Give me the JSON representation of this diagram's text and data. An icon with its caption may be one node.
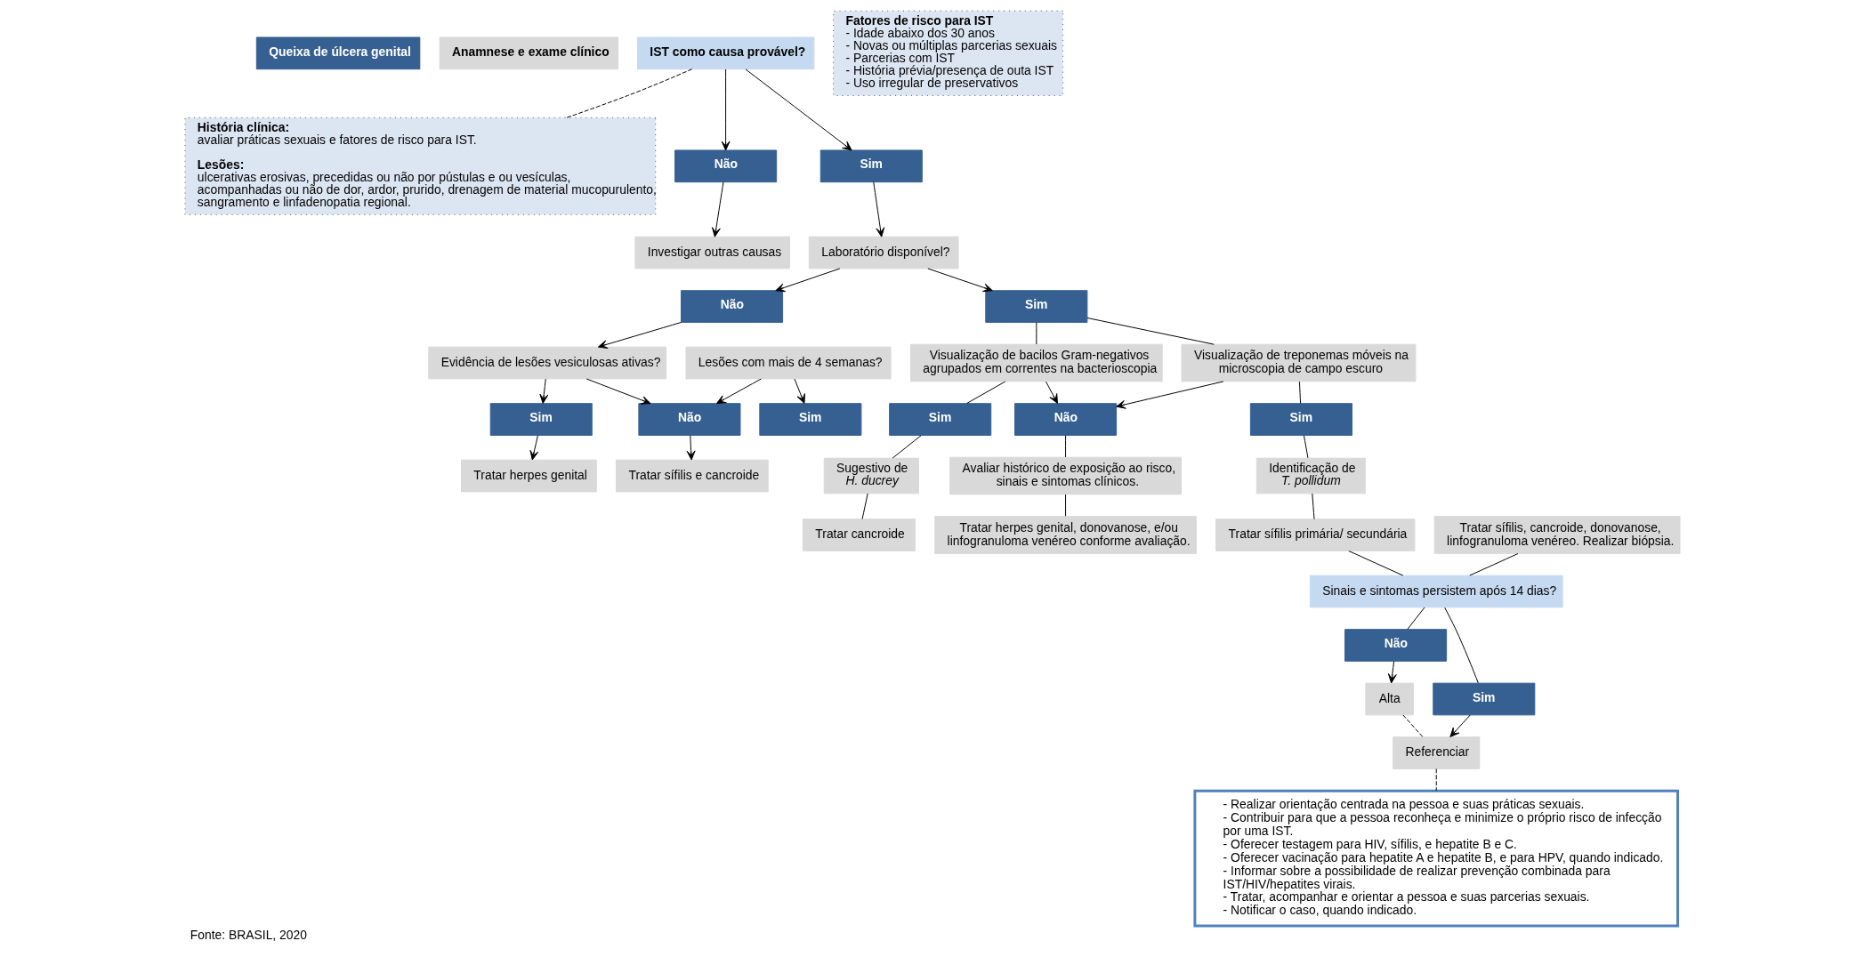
{
  "diagram": {
    "caption": "Fonte: BRASIL, 2020",
    "nodes": [
      {
        "text": [
          "Queixa de úlcera genital"
        ]
      },
      {
        "text": [
          "Anamnese e exame clínico"
        ]
      },
      {
        "text": [
          "IST como causa provável?"
        ]
      },
      {
        "text": [
          "**História clínica:** avaliar práticas sexuais e fatores de risco para IST.",
          "**Lesões:** ulcerativas erosivas, precedidas ou não por pústulas e ou vesículas, acompanhadas ou não de dor, ardor, prurido, drenagem de material mucopurulento, sangramento e linfadenopatia regional."
        ]
      },
      {
        "text": [
          "Fatores de risco para IST",
          "- Idade abaixo dos 30 anos",
          "- Novas ou múltiplas parcerias sexuais",
          "- Parcerias com IST",
          "- História prévia/presença de outa IST",
          "- Uso irregular de preservativos"
        ]
      },
      {
        "text": [
          "Não"
        ]
      },
      {
        "text": [
          "Sim"
        ]
      },
      {
        "text": [
          "Investigar outras causas"
        ]
      },
      {
        "text": [
          "Laboratório disponível?"
        ]
      },
      {
        "text": [
          "Não"
        ]
      },
      {
        "text": [
          "Sim"
        ]
      },
      {
        "text": [
          "Lesões com mais de 4 semanas?"
        ]
      },
      {
        "text": [
          "Evidência de lesões vesiculosas ativas?"
        ]
      },
      {
        "text": [
          "Visualização de bacilos Gram-negativos agrupados em correntes na bacterioscopia"
        ]
      },
      {
        "text": [
          "Visualização de treponemas móveis na microscopia de campo escuro"
        ]
      },
      {
        "text": [
          "Sim"
        ]
      },
      {
        "text": [
          "Não"
        ]
      },
      {
        "text": [
          "Sim"
        ]
      },
      {
        "text": [
          "Sim"
        ]
      },
      {
        "text": [
          "Não"
        ]
      },
      {
        "text": [
          "Sim"
        ]
      },
      {
        "text": [
          "Tratar sífilis, cancroide, donovanose, linfogranuloma venéreo. Realizar biópsia."
        ]
      },
      {
        "text": [
          "Tratar sífilis e cancroide"
        ]
      },
      {
        "text": [
          "Tratar herpes genital"
        ]
      },
      {
        "text": [
          "Sugestivo de *H. ducrey*"
        ]
      },
      {
        "text": [
          "Avaliar histórico de exposição ao risco, sinais e sintomas clínicos."
        ]
      },
      {
        "text": [
          "Identificação de *T. pollidum*"
        ]
      },
      {
        "text": [
          "Tratar cancroide"
        ]
      },
      {
        "text": [
          "Tratar herpes genital, donovanose, e/ou linfogranuloma venéreo conforme avaliação."
        ]
      },
      {
        "text": [
          "Tratar sífilis primária/ secundária"
        ]
      },
      {
        "text": [
          "Sinais e sintomas persistem após 14 dias?"
        ]
      },
      {
        "text": [
          "Não"
        ]
      },
      {
        "text": [
          "Sim"
        ]
      },
      {
        "text": [
          "Alta"
        ]
      },
      {
        "text": [
          "Referenciar"
        ]
      },
      {
        "text": [
          "- Realizar orientação centrada na pessoa e suas práticas sexuais.",
          "- Contribuir para que a pessoa reconheça e minimize o próprio risco de infecção por uma IST.",
          "- Oferecer testagem para HIV, sífilis, e hepatite B e C.",
          "- Oferecer vacinação para hepatite A e hepatite B, e para HPV, quando indicado.",
          "- Informar sobre a possibilidade de realizar prevenção combinada para IST/HIV/hepatites virais.",
          "- Tratar, acompanhar e orientar a pessoa e suas parcerias sexuais.",
          "- Notificar o caso, quando indicado."
        ]
      }
    ],
    "edges": [
      {
        "from": 2,
        "to": 3,
        "arrow": "none",
        "style": "dashed"
      },
      {
        "from": 2,
        "to": 5,
        "arrow": "to"
      },
      {
        "from": 2,
        "to": 6,
        "arrow": "to"
      },
      {
        "from": 5,
        "to": 7,
        "arrow": "to"
      },
      {
        "from": 6,
        "to": 8,
        "arrow": "to"
      },
      {
        "from": 8,
        "to": 9,
        "arrow": "to"
      },
      {
        "from": 8,
        "to": 10,
        "arrow": "to"
      },
      {
        "from": 9,
        "to": 12,
        "arrow": "to"
      },
      {
        "from": 11,
        "to": 15,
        "arrow": "to"
      },
      {
        "from": 11,
        "to": 16,
        "arrow": "to"
      },
      {
        "from": 12,
        "to": 16,
        "arrow": "to"
      },
      {
        "from": 12,
        "to": 17,
        "arrow": "to"
      },
      {
        "from": 10,
        "to": 13,
        "arrow": "none"
      },
      {
        "from": 10,
        "to": 14,
        "arrow": "none"
      },
      {
        "from": 13,
        "to": 18,
        "arrow": "none"
      },
      {
        "from": 13,
        "to": 19,
        "arrow": "to"
      },
      {
        "from": 14,
        "to": 19,
        "arrow": "to"
      },
      {
        "from": 14,
        "to": 20,
        "arrow": "none"
      },
      {
        "from": 16,
        "to": 22,
        "arrow": "to"
      },
      {
        "from": 17,
        "to": 23,
        "arrow": "to"
      },
      {
        "from": 18,
        "to": 24,
        "arrow": "none"
      },
      {
        "from": 19,
        "to": 25,
        "arrow": "none"
      },
      {
        "from": 20,
        "to": 26,
        "arrow": "none"
      },
      {
        "from": 24,
        "to": 27,
        "arrow": "none"
      },
      {
        "from": 25,
        "to": 28,
        "arrow": "none"
      },
      {
        "from": 26,
        "to": 29,
        "arrow": "none"
      },
      {
        "from": 21,
        "to": 30,
        "arrow": "none"
      },
      {
        "from": 29,
        "to": 30,
        "arrow": "none"
      },
      {
        "from": 30,
        "to": 31,
        "arrow": "none"
      },
      {
        "from": 30,
        "to": 32,
        "arrow": "none"
      },
      {
        "from": 31,
        "to": 33,
        "arrow": "to"
      },
      {
        "from": 32,
        "to": 34,
        "arrow": "to"
      },
      {
        "from": 33,
        "to": 34,
        "arrow": "none",
        "style": "dashed"
      },
      {
        "from": 34,
        "to": 35,
        "arrow": "none",
        "style": "dashed"
      }
    ]
  }
}
